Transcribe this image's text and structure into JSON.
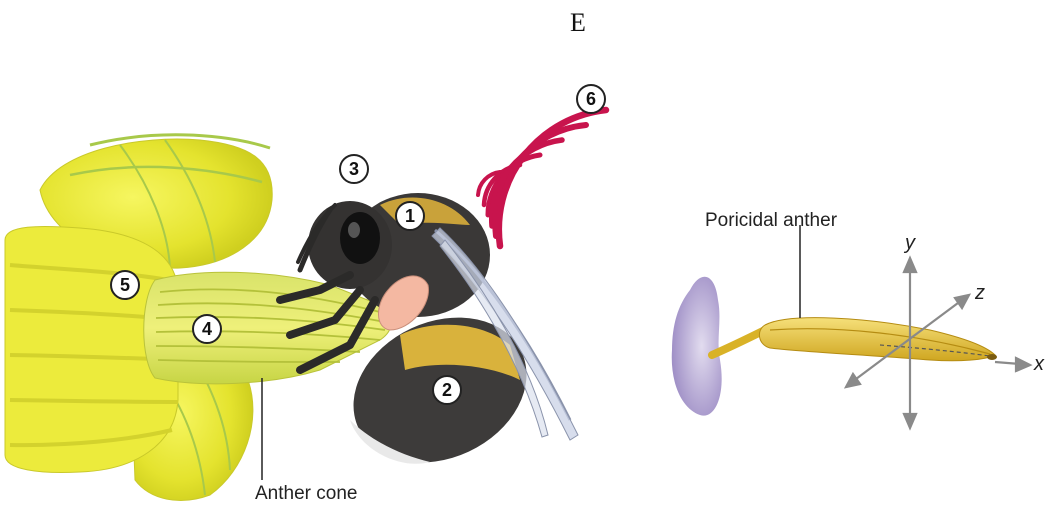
{
  "panel_letter": "E",
  "labels": {
    "anther_cone": "Anther cone",
    "poricidal_anther": "Poricidal anther"
  },
  "markers": [
    "1",
    "2",
    "3",
    "4",
    "5",
    "6"
  ],
  "axes": {
    "x": "x",
    "y": "y",
    "z": "z"
  },
  "colors": {
    "petal": "#e9ea3a",
    "petal_vein": "#a8c94a",
    "bee_body": "#3d3b3a",
    "bee_band": "#d9b23c",
    "wing": "#c9d2e6",
    "vibration": "#c8144d",
    "pollen_patch": "#f4b8a2",
    "poricidal_anther": "#e9c93d",
    "stigma_petal": "#b7a9d4"
  }
}
